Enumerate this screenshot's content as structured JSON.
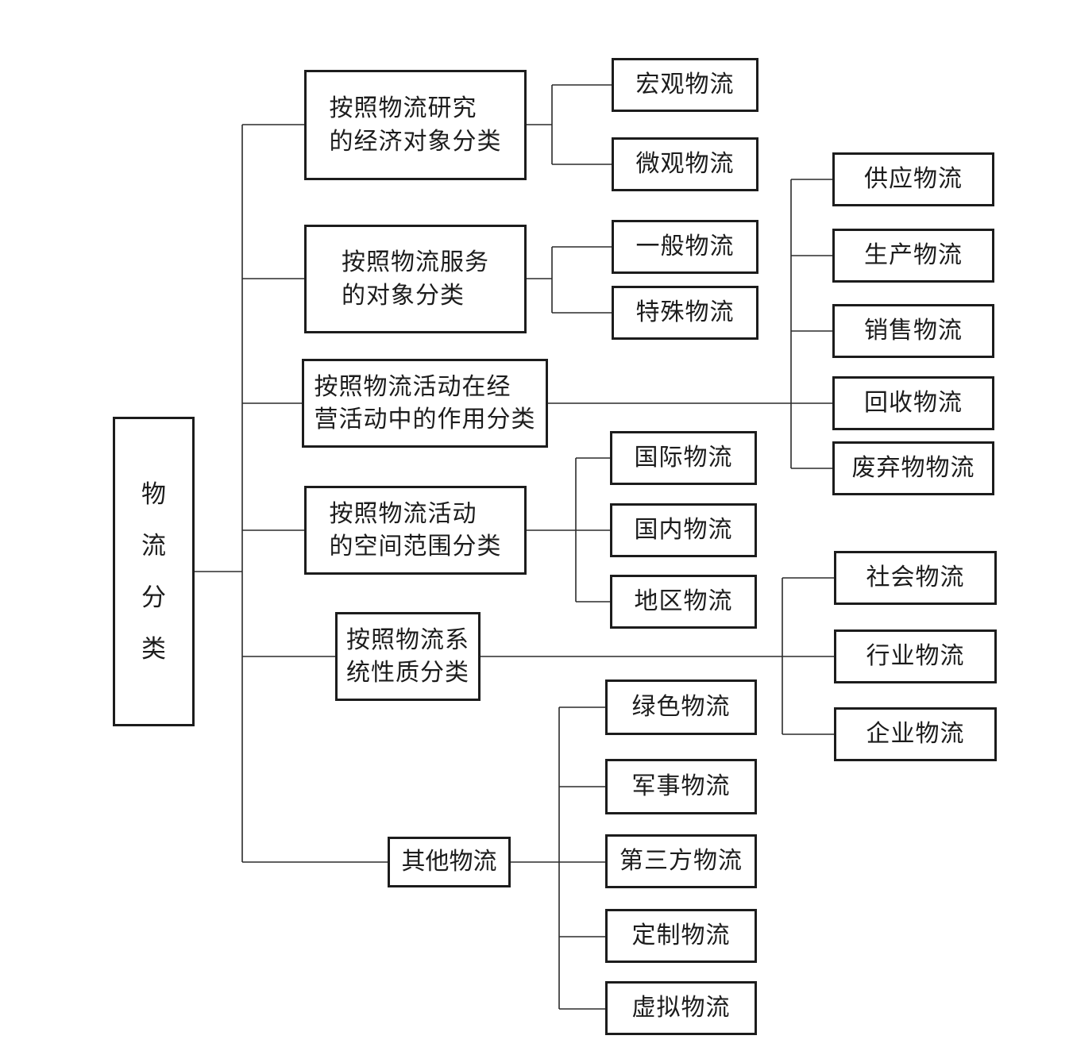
{
  "colors": {
    "line": "#2b2b2b",
    "box_border": "#1c1c1c",
    "text": "#1c1c1c",
    "background": "#ffffff"
  },
  "diagram": {
    "root": {
      "label": "物流分类"
    },
    "branches": [
      {
        "category": "按照物流研究\n的经济对象分类",
        "children": [
          "宏观物流",
          "微观物流"
        ]
      },
      {
        "category": "按照物流服务\n的对象分类",
        "children": [
          "一般物流",
          "特殊物流"
        ]
      },
      {
        "category": "按照物流活动在经\n营活动中的作用分类",
        "children": [
          "供应物流",
          "生产物流",
          "销售物流",
          "回收物流",
          "废弃物物流"
        ]
      },
      {
        "category": "按照物流活动\n的空间范围分类",
        "children": [
          "国际物流",
          "国内物流",
          "地区物流"
        ]
      },
      {
        "category": "按照物流系\n统性质分类",
        "children": [
          "社会物流",
          "行业物流",
          "企业物流"
        ]
      },
      {
        "category": "其他物流",
        "children": [
          "绿色物流",
          "军事物流",
          "第三方物流",
          "定制物流",
          "虚拟物流"
        ]
      }
    ]
  }
}
